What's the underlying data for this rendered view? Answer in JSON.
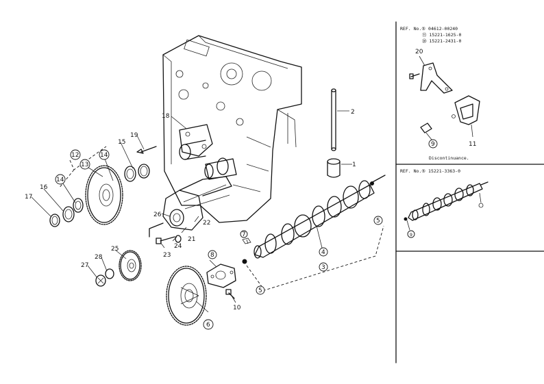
{
  "labels": {
    "n1": "1",
    "n2": "2",
    "n3": "3",
    "n4": "4",
    "n5": "5",
    "n6": "6",
    "n7": "7",
    "n8": "8",
    "n9": "9",
    "n10": "10",
    "n11": "11",
    "n12": "12",
    "n13": "13",
    "n14a": "14",
    "n14b": "14",
    "n15": "15",
    "n16": "16",
    "n17": "17",
    "n18": "18",
    "n19": "19",
    "n20": "20",
    "n21": "21",
    "n22": "22",
    "n23": "23",
    "n24": "24",
    "n25": "25",
    "n26": "26",
    "n27": "27",
    "n28": "28",
    "r9": "9",
    "r11": "11",
    "r20": "20",
    "r_lower9": "9"
  },
  "ref_box_top": {
    "line1": "REF. No.⑤  04612-00240",
    "line2": "⑪ 15221-1625-0",
    "line3": "⑳ 15221-2431-0"
  },
  "discontinued": "Discontinuance.",
  "ref_box_bottom": {
    "line1": "REF. No.⑤  15221-3363-0"
  }
}
